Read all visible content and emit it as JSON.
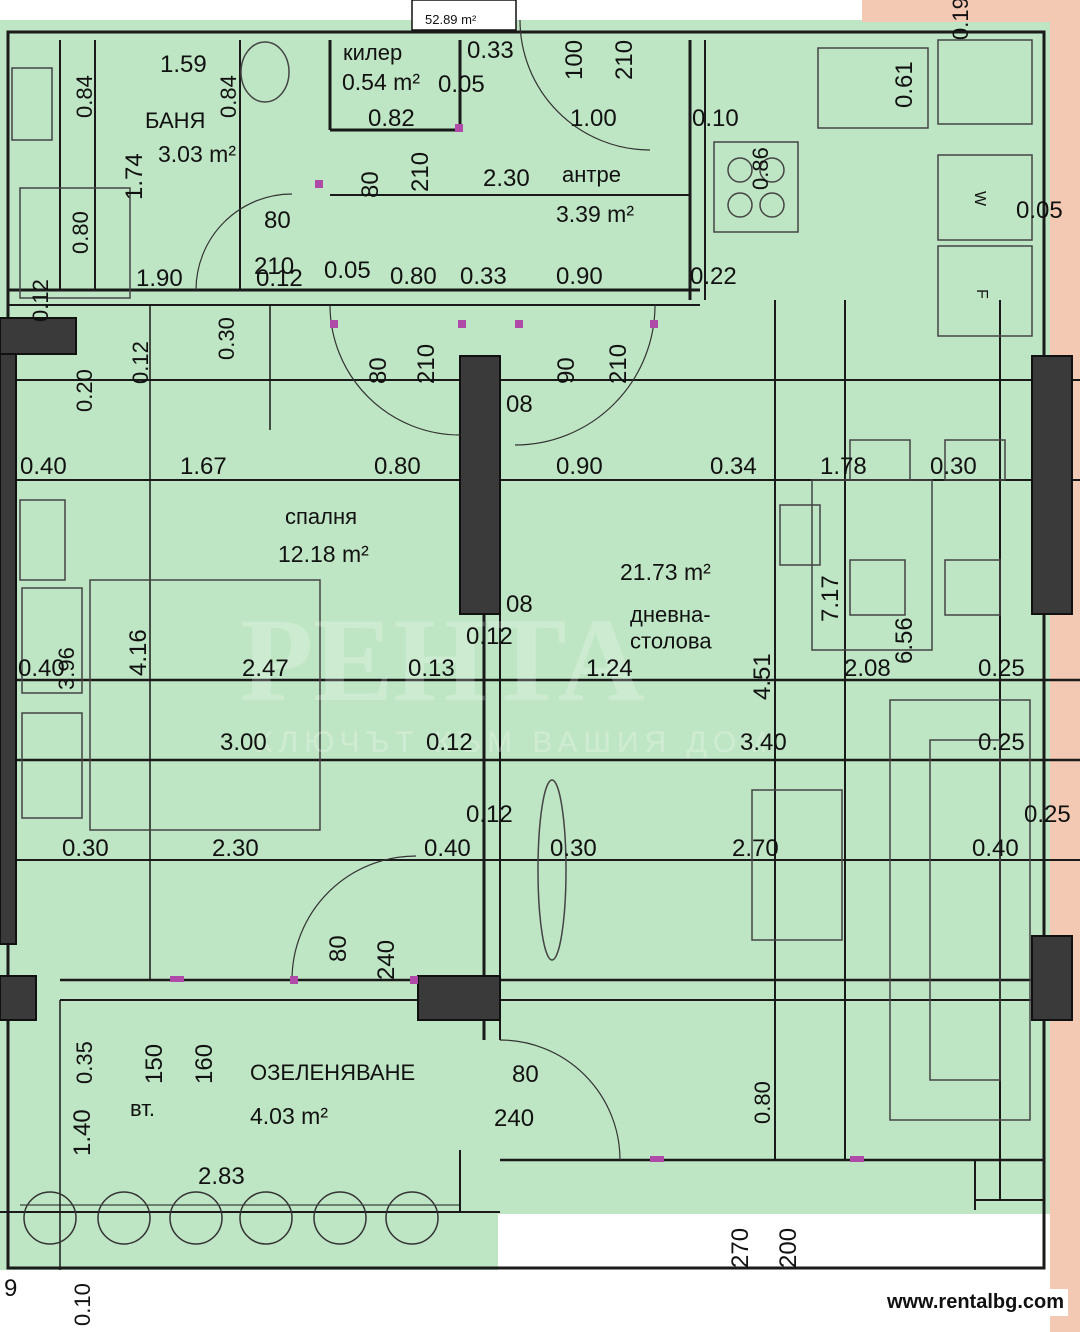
{
  "colors": {
    "floor": "#bfe6c4",
    "wall": "#1a1a1a",
    "accent": "#f3c9b4",
    "door": "#b04aa8"
  },
  "header": {
    "total_area": "52.89 m²"
  },
  "rooms": {
    "bathroom": {
      "name": "БАНЯ",
      "area": "3.03 m²"
    },
    "pantry": {
      "name": "килер",
      "area": "0.54 m²"
    },
    "hall": {
      "name": "антре",
      "area": "3.39 m²"
    },
    "bedroom": {
      "name": "спалня",
      "area": "12.18 m²"
    },
    "living": {
      "name": "дневна-\nстолова",
      "area": "21.73 m²"
    },
    "garden": {
      "name": "ОЗЕЛЕНЯВАНЕ",
      "area": "4.03 m²"
    }
  },
  "dims_top": [
    "1.59",
    "0.33",
    "100",
    "210",
    "0.19",
    "0.84",
    "0.84",
    "0.05",
    "0.82",
    "1.00",
    "0.10",
    "0.61",
    "1.74",
    "80",
    "210",
    "2.30",
    "0.86",
    "0.80",
    "80",
    "0.80",
    "3.39"
  ],
  "dims_mid": [
    "1.90",
    "210",
    "0.12",
    "0.05",
    "0.80",
    "0.33",
    "0.90",
    "0.22",
    "0.12",
    "0.12",
    "0.30",
    "0.20",
    "80",
    "210",
    "90",
    "210",
    "08",
    "0.05"
  ],
  "dims_row1": [
    "0.40",
    "1.67",
    "0.80",
    "0.90",
    "0.34",
    "1.78",
    "0.30"
  ],
  "dims_row2": [
    "0.40",
    "4.16",
    "2.47",
    "0.13",
    "1.24",
    "4.51",
    "2.08",
    "6.56",
    "0.25",
    "7.17",
    "0.12",
    "08",
    "3.96"
  ],
  "dims_row3": [
    "3.00",
    "0.12",
    "3.40",
    "0.25",
    "0.12",
    "0.25"
  ],
  "dims_row4": [
    "0.30",
    "2.30",
    "0.40",
    "0.30",
    "2.70",
    "0.40"
  ],
  "dims_bottom": [
    "80",
    "240",
    "0.35",
    "150",
    "160",
    "вт.",
    "80",
    "240",
    "0.80",
    "1.40",
    "2.83",
    "270",
    "200",
    "0.10",
    "9"
  ],
  "appliances": {
    "washer": "W",
    "fridge": "F"
  },
  "watermark": {
    "brand": "PEHTA",
    "tagline": "КЛЮЧЪТ КЪМ ВАШИЯ ДОМ"
  },
  "footer": {
    "site": "www.rentalbg.com"
  }
}
